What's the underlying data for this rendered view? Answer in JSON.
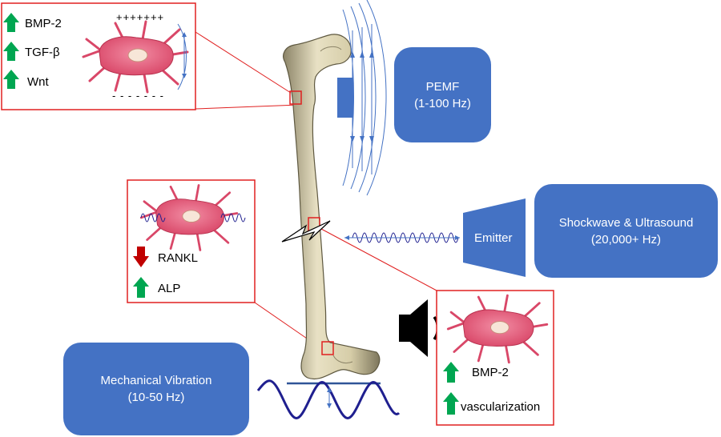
{
  "colors": {
    "box_blue": "#4472C4",
    "callout_red": "#E02020",
    "up_green": "#00A651",
    "down_red": "#C00000",
    "wave_navy": "#1F1F8F",
    "cell_pink": "#E35E7C"
  },
  "top_left_callout": {
    "items": [
      {
        "label": "BMP-2",
        "arrow": "up"
      },
      {
        "label": "TGF-β",
        "arrow": "up"
      },
      {
        "label": "Wnt",
        "arrow": "up"
      }
    ],
    "plus": "+++++++",
    "minus": "- - - - - - -"
  },
  "mid_left_callout": {
    "items": [
      {
        "label": "RANKL",
        "arrow": "down"
      },
      {
        "label": "ALP",
        "arrow": "up"
      }
    ]
  },
  "bottom_right_callout": {
    "items": [
      {
        "label": "BMP-2",
        "arrow": "up"
      },
      {
        "label": "vascularization",
        "arrow": "up"
      }
    ]
  },
  "pemf": {
    "line1": "PEMF",
    "line2": "(1-100 Hz)"
  },
  "shockwave": {
    "line1": "Shockwave & Ultrasound",
    "line2": "(20,000+ Hz)"
  },
  "emitter": {
    "label": "Emitter"
  },
  "mechanical": {
    "line1": "Mechanical Vibration",
    "line2": "(10-50 Hz)"
  },
  "icons": [
    "up-arrow-icon",
    "down-arrow-icon",
    "speaker-icon",
    "lightning-crack-icon",
    "bone-illustration",
    "osteoblast-cell-icon"
  ]
}
